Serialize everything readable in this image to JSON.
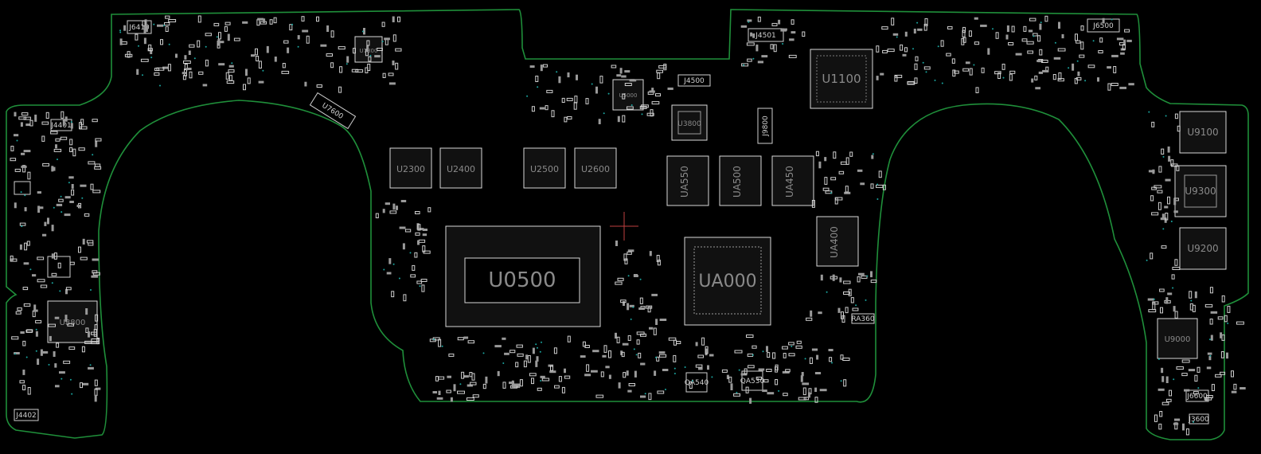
{
  "board": {
    "colors": {
      "outline": "#1f8f3a",
      "silkscreen": "#d8d8d8",
      "via": "#1aa6a0",
      "cursor": "#c04040",
      "background": "#000000"
    },
    "big_chips": [
      "U0500",
      "UA000",
      "U1100",
      "U7800",
      "U5000",
      "U3800",
      "U8800",
      "U9000",
      "U9100",
      "U9300",
      "U9200"
    ],
    "memory": [
      "U2300",
      "U2400",
      "U2500",
      "U2600"
    ],
    "gpu_memory": [
      "UA550",
      "UA500",
      "UA450",
      "UA400"
    ],
    "connectors": [
      "J6410",
      "J4501",
      "J4500",
      "J6500",
      "J4401",
      "J4402",
      "J6600",
      "J3600",
      "J9800"
    ],
    "small_labels": [
      "QA540",
      "QA530",
      "RA360",
      "U7600"
    ]
  }
}
